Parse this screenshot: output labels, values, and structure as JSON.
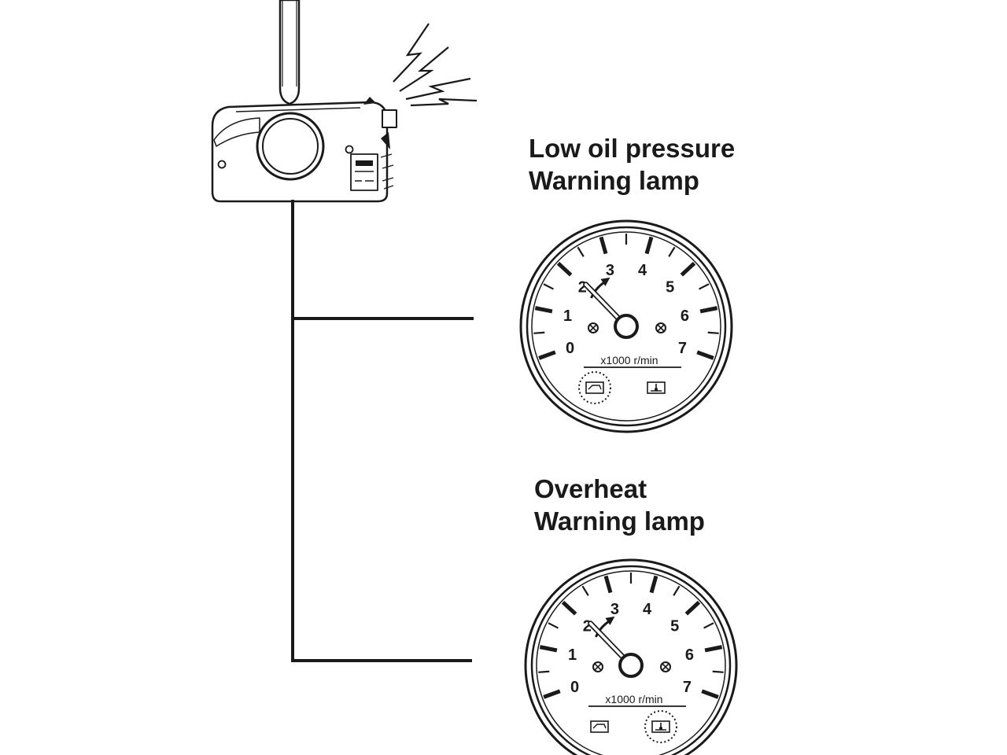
{
  "labels": {
    "oil_line1": "Low oil pressure",
    "oil_line2": "Warning lamp",
    "heat_line1": "Overheat",
    "heat_line2": "Warning lamp"
  },
  "gauge": {
    "ticks": [
      "0",
      "1",
      "2",
      "3",
      "4",
      "5",
      "6",
      "7"
    ],
    "unit": "x1000 r/min",
    "needle_value": 2.1
  },
  "gauges": [
    {
      "id": "oil-gauge",
      "lit_lamp": "oil"
    },
    {
      "id": "overheat-gauge",
      "lit_lamp": "temp"
    }
  ],
  "colors": {
    "ink": "#1a1a1a",
    "paper": "#ffffff"
  }
}
